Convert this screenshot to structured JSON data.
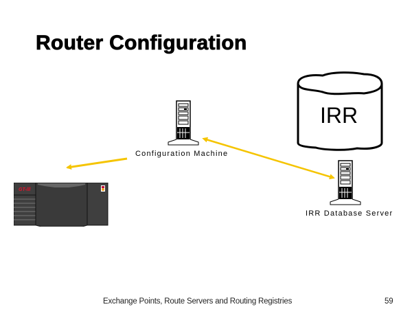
{
  "slide": {
    "title": "Router Configuration",
    "footer_text": "Exchange Points, Route Servers and Routing Registries",
    "page_number": "59"
  },
  "diagram": {
    "nodes": {
      "config_machine": {
        "label": "Configuration Machine",
        "icon": "server-tower-icon"
      },
      "irr_database_server": {
        "label": "IRR Database Server",
        "icon": "server-tower-icon"
      },
      "irr": {
        "label": "IRR",
        "icon": "database-cylinder-icon"
      },
      "router": {
        "label": "",
        "icon": "router-chassis-icon"
      }
    },
    "edges": [
      {
        "from": "config_machine",
        "to": "router",
        "style": "single-arrow"
      },
      {
        "from": "config_machine",
        "to": "irr_database_server",
        "style": "double-arrow"
      }
    ],
    "colors": {
      "arrow": "#f5c400",
      "router_body": "#3f3f3f",
      "router_logo": "#e8102a"
    }
  }
}
